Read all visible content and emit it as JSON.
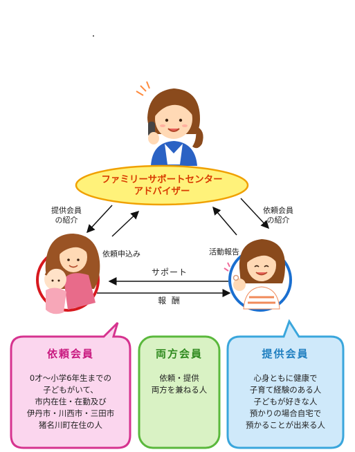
{
  "center": {
    "title_line1": "ファミリーサポートセンター",
    "title_line2": "アドバイザー"
  },
  "flows": {
    "left_down": [
      "提供会員",
      "の紹介"
    ],
    "left_up": "依頼申込み",
    "right_down": [
      "依頼会員",
      "の紹介"
    ],
    "right_up": "活動報告",
    "support": "サポート",
    "reward": "報 酬"
  },
  "cards": {
    "requester": {
      "title": "依頼会員",
      "lines": [
        "0才～小学6年生までの",
        "子どもがいて、",
        "市内在住・在勤及び",
        "伊丹市・川西市・三田市",
        "猪名川町在住の人"
      ]
    },
    "both": {
      "title": "両方会員",
      "lines": [
        "依頼・提供",
        "両方を兼ねる人"
      ]
    },
    "provider": {
      "title": "提供会員",
      "lines": [
        "心身ともに健康で",
        "子育て経験のある人",
        "子どもが好きな人",
        "預かりの場合自宅で",
        "預かることが出来る人"
      ]
    }
  },
  "colors": {
    "oval_fill": "#fff27a",
    "oval_stroke": "#f0a000",
    "oval_text": "#d83a00",
    "requester_border": "#d6338f",
    "requester_fill": "#fbd6ee",
    "requester_title": "#c8197f",
    "both_border": "#5ab83c",
    "both_fill": "#d9f2c4",
    "both_title": "#2f8a1e",
    "provider_border": "#3aa6dc",
    "provider_fill": "#cfe9fa",
    "provider_title": "#1f7fc0",
    "circle_left": "#d7181e",
    "circle_right": "#1a6fd0"
  },
  "icons": {
    "advisor": "woman-on-phone-icon",
    "requester": "mother-with-baby-icon",
    "provider": "smiling-woman-ok-icon"
  }
}
